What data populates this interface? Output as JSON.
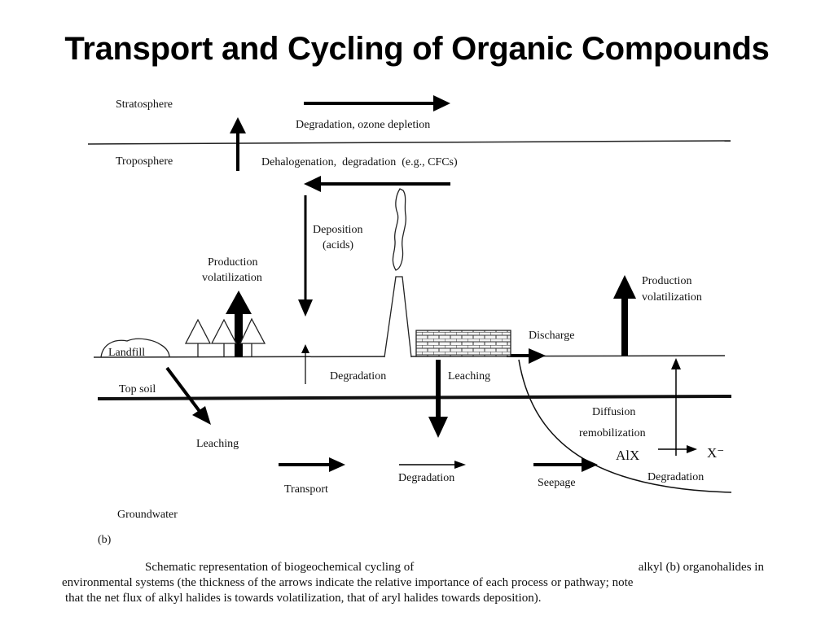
{
  "title": "Transport and Cycling of Organic Compounds",
  "labels": {
    "stratosphere": "Stratosphere",
    "troposphere": "Troposphere",
    "degradation_ozone": "Degradation, ozone depletion",
    "dehalogenation": "Dehalogenation,  degradation  (e.g., CFCs)",
    "deposition_1": "Deposition",
    "deposition_2": "(acids)",
    "production_left_1": "Production",
    "production_left_2": "volatilization",
    "production_right_1": "Production",
    "production_right_2": "volatilization",
    "landfill": "Landfill",
    "discharge": "Discharge",
    "degradation_surface": "Degradation",
    "leaching_mid": "Leaching",
    "top_soil": "Top soil",
    "diffusion": "Diffusion",
    "remobilization": "remobilization",
    "alx": "AlX",
    "x_minus": "X⁻",
    "leaching_left": "Leaching",
    "degradation_ground": "Degradation",
    "degradation_right": "Degradation",
    "transport": "Transport",
    "seepage": "Seepage",
    "groundwater": "Groundwater",
    "panel": "(b)"
  },
  "caption": {
    "line1_a": "Schematic  representation  of  biogeochemical  cycling  of",
    "line1_b": "alkyl  (b)  organohalides  in",
    "line2": "environmental systems (the thickness of the arrows indicate the relative importance of each process or pathway; note",
    "line3": "that the net flux of alkyl halides is towards volatilization, that of aryl halides towards deposition)."
  }
}
